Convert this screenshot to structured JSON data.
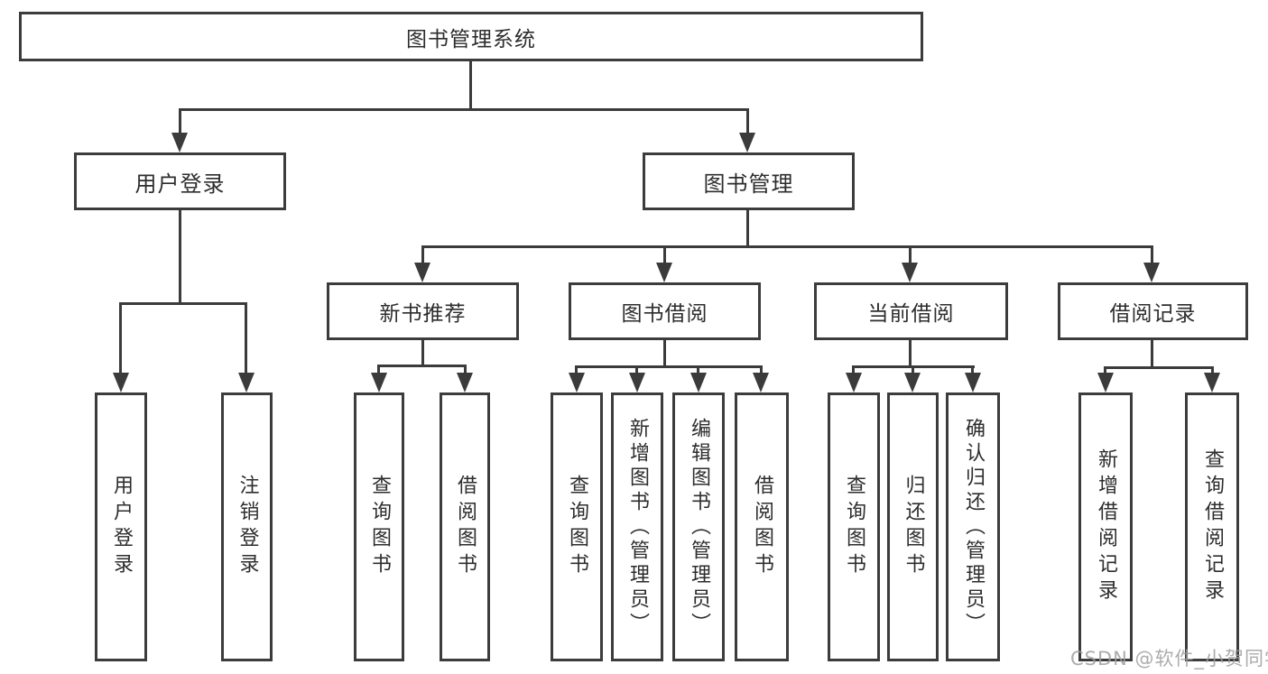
{
  "colors": {
    "line": "#3b3b3b",
    "box_border": "#3c3c3c",
    "text": "#2d2d2d",
    "watermark": "#9e9e9e",
    "background": "#ffffff"
  },
  "root": {
    "label": "图书管理系统"
  },
  "level2": {
    "user_login": {
      "label": "用户登录"
    },
    "book_mgmt": {
      "label": "图书管理"
    }
  },
  "level3": {
    "new_books": {
      "label": "新书推荐"
    },
    "book_borrow": {
      "label": "图书借阅"
    },
    "current_borrow": {
      "label": "当前借阅"
    },
    "borrow_records": {
      "label": "借阅记录"
    }
  },
  "leaves": {
    "user_login_leaf": {
      "label": "用户登录"
    },
    "logout": {
      "label": "注销登录"
    },
    "nb_query": {
      "label": "查询图书"
    },
    "nb_borrow": {
      "label": "借阅图书"
    },
    "bb_query": {
      "label": "查询图书"
    },
    "bb_add": {
      "label": "新增图书（管理员）"
    },
    "bb_edit": {
      "label": "编辑图书（管理员）"
    },
    "bb_borrow": {
      "label": "借阅图书"
    },
    "cb_query": {
      "label": "查询图书"
    },
    "cb_return": {
      "label": "归还图书"
    },
    "cb_confirm": {
      "label": "确认归还（管理员）"
    },
    "br_add": {
      "label": "新增借阅记录"
    },
    "br_query": {
      "label": "查询借阅记录"
    }
  },
  "watermark": {
    "text": "CSDN @软件_小贺同学"
  }
}
